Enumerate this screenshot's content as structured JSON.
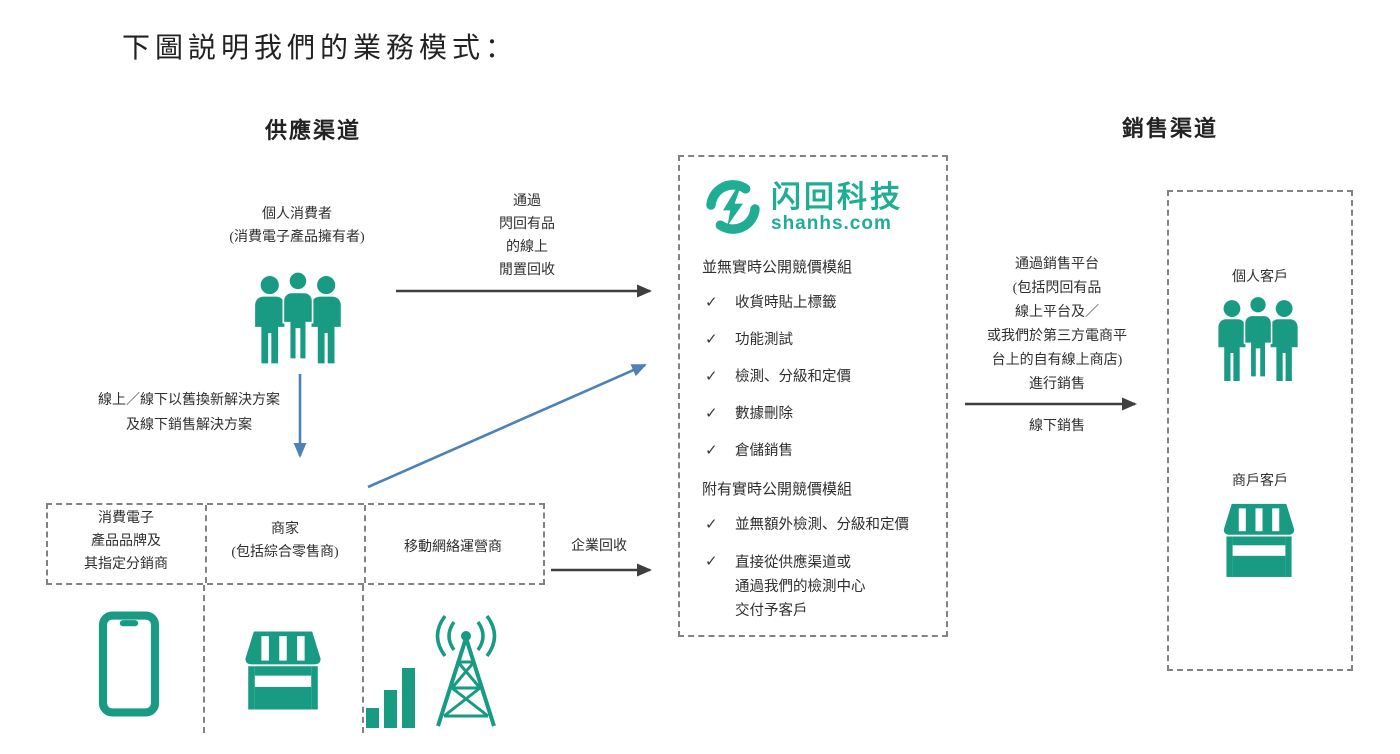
{
  "page": {
    "title": "下圖説明我們的業務模式："
  },
  "colors": {
    "brand_green": "#189b82",
    "logo_green": "#1fae93",
    "arrow_blue": "#4e81b5",
    "arrow_dark": "#3f3f3f",
    "dash_border": "#828282"
  },
  "supply": {
    "header": "供應渠道",
    "individual_consumer": {
      "line1": "個人消費者",
      "line2": "(消費電子產品擁有者)"
    },
    "swap_solution": {
      "line1": "線上／線下以舊換新解決方案",
      "line2": "及線下銷售解決方案"
    },
    "enterprise_sources": {
      "brand": {
        "line1": "消費電子",
        "line2": "產品品牌及",
        "line3": "其指定分銷商"
      },
      "merchant": {
        "line1": "商家",
        "line2": "(包括綜合零售商)"
      },
      "operator": {
        "line1": "移動網絡運營商"
      }
    }
  },
  "flows": {
    "online_recycle": {
      "line1": "通過",
      "line2": "閃回有品",
      "line3": "的線上",
      "line4": "閒置回收"
    },
    "enterprise_recycle": "企業回收",
    "sales_platform": {
      "line1": "通過銷售平台",
      "line2": "(包括閃回有品",
      "line3": "線上平台及／",
      "line4": "或我們於第三方電商平",
      "line5": "台上的自有線上商店)",
      "line6": "進行銷售"
    },
    "offline_sales": "線下銷售"
  },
  "platform": {
    "logo": {
      "name": "闪回科技",
      "domain": "shanhs.com"
    },
    "check": "✓",
    "no_bidding": {
      "header": "並無實時公開競價模組",
      "items": [
        "收貨時貼上標籤",
        "功能測試",
        "檢測、分級和定價",
        "數據刪除",
        "倉儲銷售"
      ]
    },
    "with_bidding": {
      "header": "附有實時公開競價模組",
      "item1": "並無額外檢測、分級和定價",
      "item2_line1": "直接從供應渠道或",
      "item2_line2": "通過我們的檢測中心",
      "item2_line3": "交付予客戶"
    }
  },
  "sales": {
    "header": "銷售渠道",
    "individual": "個人客戶",
    "merchant": "商戶客戶"
  }
}
